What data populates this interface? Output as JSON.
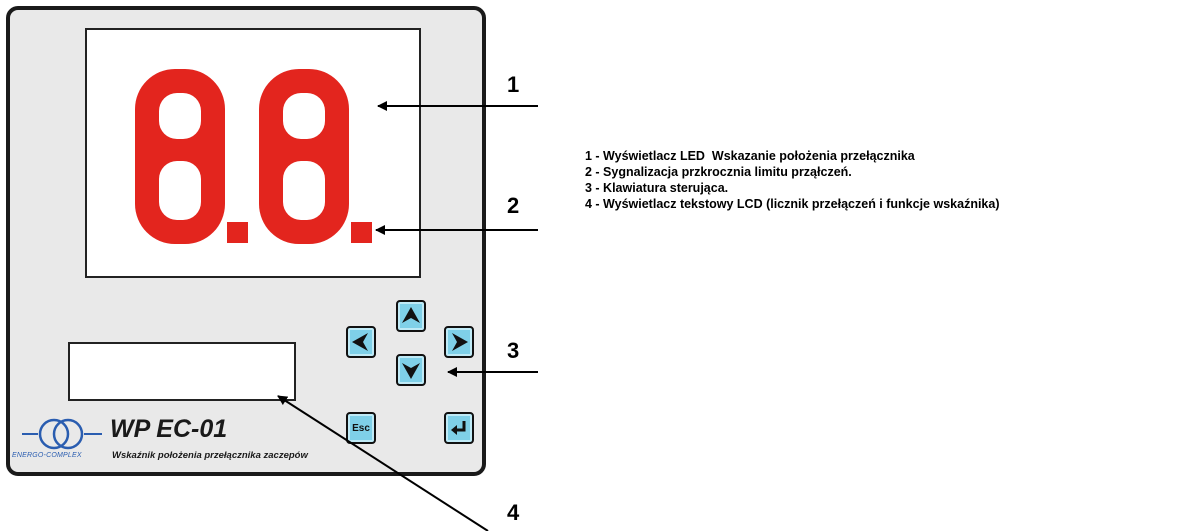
{
  "display": {
    "led_value": "8.8.",
    "led_color": "#e3251e"
  },
  "device": {
    "model": "WP EC-01",
    "subtitle": "Wskaźnik położenia przełącznika zaczepów",
    "brand": "ENERGO-COMPLEX",
    "brand_color": "#2a5db0"
  },
  "keypad": {
    "key_color": "#7fd0e8",
    "keys": [
      {
        "name": "up-arrow-key",
        "icon": "arrow-up-icon"
      },
      {
        "name": "left-arrow-key",
        "icon": "arrow-left-icon"
      },
      {
        "name": "right-arrow-key",
        "icon": "arrow-right-icon"
      },
      {
        "name": "down-arrow-key",
        "icon": "arrow-down-icon"
      },
      {
        "name": "esc-key",
        "label": "Esc"
      },
      {
        "name": "enter-key",
        "icon": "enter-icon"
      }
    ]
  },
  "callouts": [
    "1",
    "2",
    "3",
    "4"
  ],
  "legend": [
    "1 - Wyświetlacz LED  Wskazanie położenia przełącznika",
    "2 - Sygnalizacja przkrocznia limitu prząłczeń.",
    "3 - Klawiatura sterująca.",
    "4 - Wyświetlacz tekstowy LCD (licznik przełączeń i funkcje wskaźnika)"
  ]
}
